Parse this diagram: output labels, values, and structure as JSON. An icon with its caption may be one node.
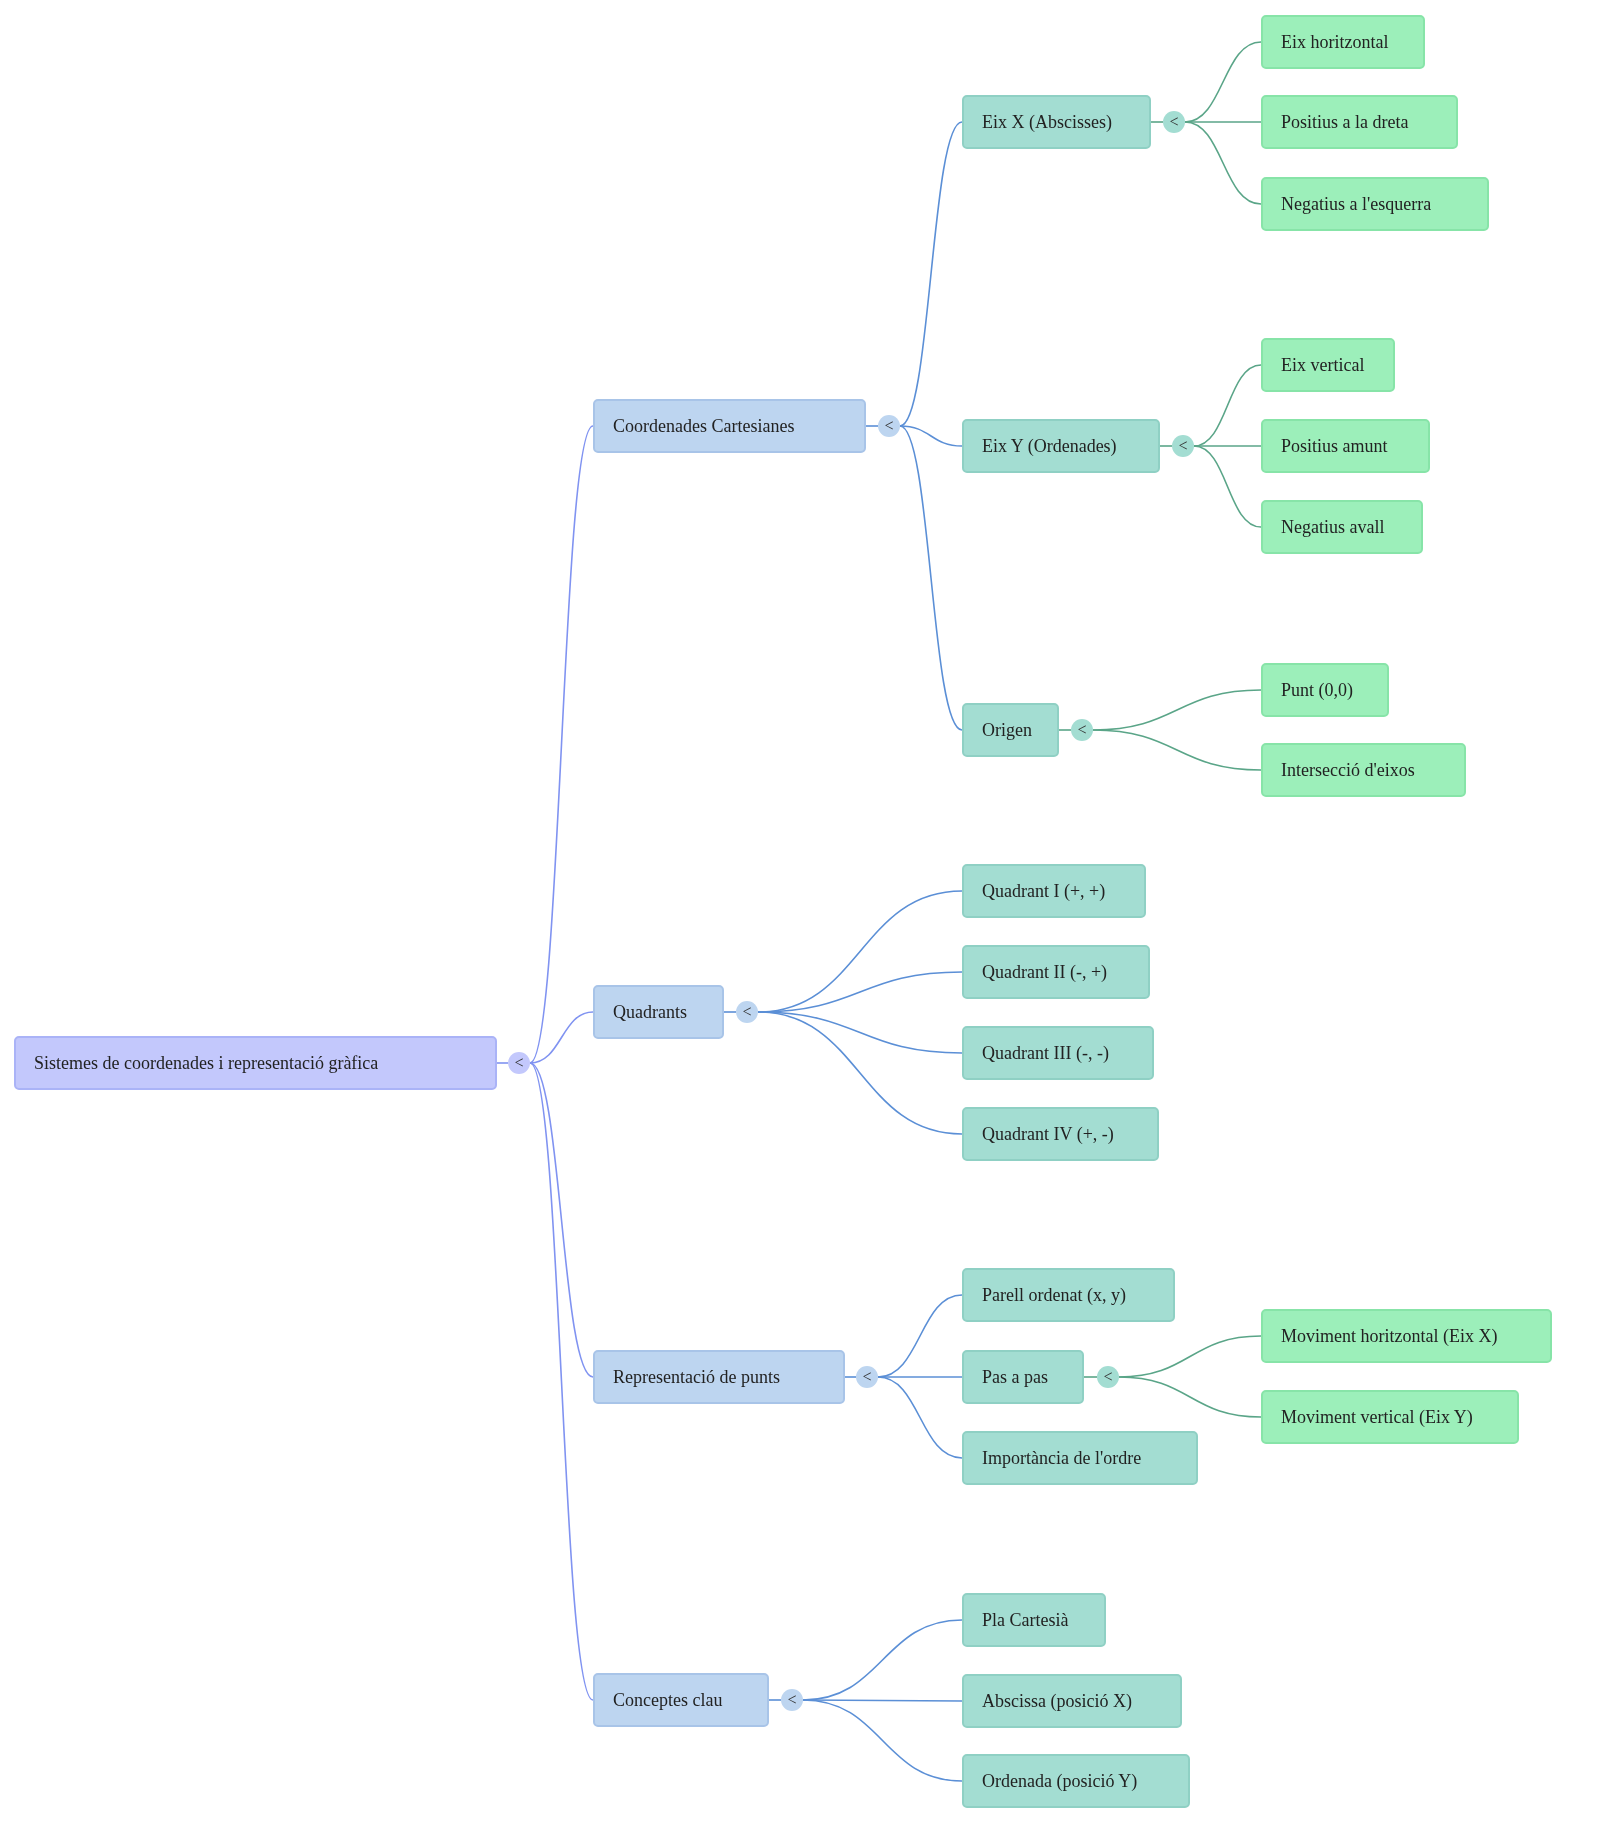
{
  "diagram": {
    "nodes": [
      {
        "text": [
          "Sistemes de coordenades i representació gràfica"
        ]
      },
      {
        "text": [
          "<"
        ]
      },
      {
        "text": [
          "Coordenades Cartesianes"
        ]
      },
      {
        "text": [
          "<"
        ]
      },
      {
        "text": [
          "Eix X (Abscisses)"
        ]
      },
      {
        "text": [
          "<"
        ]
      },
      {
        "text": [
          "Eix horitzontal"
        ]
      },
      {
        "text": [
          "Positius a la dreta"
        ]
      },
      {
        "text": [
          "Negatius a l'esquerra"
        ]
      },
      {
        "text": [
          "Eix Y (Ordenades)"
        ]
      },
      {
        "text": [
          "<"
        ]
      },
      {
        "text": [
          "Eix vertical"
        ]
      },
      {
        "text": [
          "Positius amunt"
        ]
      },
      {
        "text": [
          "Negatius avall"
        ]
      },
      {
        "text": [
          "Origen"
        ]
      },
      {
        "text": [
          "<"
        ]
      },
      {
        "text": [
          "Punt (0,0)"
        ]
      },
      {
        "text": [
          "Intersecció d'eixos"
        ]
      },
      {
        "text": [
          "Quadrants"
        ]
      },
      {
        "text": [
          "<"
        ]
      },
      {
        "text": [
          "Quadrant I (+, +)"
        ]
      },
      {
        "text": [
          "Quadrant II (-, +)"
        ]
      },
      {
        "text": [
          "Quadrant III (-, -)"
        ]
      },
      {
        "text": [
          "Quadrant IV (+, -)"
        ]
      },
      {
        "text": [
          "Representació de punts"
        ]
      },
      {
        "text": [
          "<"
        ]
      },
      {
        "text": [
          "Parell ordenat (x, y)"
        ]
      },
      {
        "text": [
          "Pas a pas"
        ]
      },
      {
        "text": [
          "<"
        ]
      },
      {
        "text": [
          "Moviment horitzontal (Eix X)"
        ]
      },
      {
        "text": [
          "Moviment vertical (Eix Y)"
        ]
      },
      {
        "text": [
          "Importància de l'ordre"
        ]
      },
      {
        "text": [
          "Conceptes clau"
        ]
      },
      {
        "text": [
          "<"
        ]
      },
      {
        "text": [
          "Pla Cartesià"
        ]
      },
      {
        "text": [
          "Abscissa (posició X)"
        ]
      },
      {
        "text": [
          "Ordenada (posició Y)"
        ]
      }
    ],
    "edges": [
      {
        "from": 0,
        "to": 1,
        "arrow": "none",
        "color": "#8093f1"
      },
      {
        "from": 1,
        "to": 2,
        "arrow": "none",
        "color": "#8093f1"
      },
      {
        "from": 1,
        "to": 18,
        "arrow": "none",
        "color": "#8093f1"
      },
      {
        "from": 1,
        "to": 24,
        "arrow": "none",
        "color": "#8093f1"
      },
      {
        "from": 1,
        "to": 32,
        "arrow": "none",
        "color": "#8093f1"
      },
      {
        "from": 2,
        "to": 3,
        "arrow": "none"
      },
      {
        "from": 3,
        "to": 4,
        "arrow": "none"
      },
      {
        "from": 3,
        "to": 9,
        "arrow": "none"
      },
      {
        "from": 3,
        "to": 14,
        "arrow": "none"
      },
      {
        "from": 4,
        "to": 5,
        "arrow": "none",
        "color": "#5aa588"
      },
      {
        "from": 5,
        "to": 6,
        "arrow": "none",
        "color": "#5aa588"
      },
      {
        "from": 5,
        "to": 7,
        "arrow": "none",
        "color": "#5aa588"
      },
      {
        "from": 5,
        "to": 8,
        "arrow": "none",
        "color": "#5aa588"
      },
      {
        "from": 9,
        "to": 10,
        "arrow": "none",
        "color": "#5aa588"
      },
      {
        "from": 10,
        "to": 11,
        "arrow": "none",
        "color": "#5aa588"
      },
      {
        "from": 10,
        "to": 12,
        "arrow": "none",
        "color": "#5aa588"
      },
      {
        "from": 10,
        "to": 13,
        "arrow": "none",
        "color": "#5aa588"
      },
      {
        "from": 14,
        "to": 15,
        "arrow": "none",
        "color": "#5aa588"
      },
      {
        "from": 15,
        "to": 16,
        "arrow": "none",
        "color": "#5aa588"
      },
      {
        "from": 15,
        "to": 17,
        "arrow": "none",
        "color": "#5aa588"
      },
      {
        "from": 18,
        "to": 19,
        "arrow": "none"
      },
      {
        "from": 19,
        "to": 20,
        "arrow": "none"
      },
      {
        "from": 19,
        "to": 21,
        "arrow": "none"
      },
      {
        "from": 19,
        "to": 22,
        "arrow": "none"
      },
      {
        "from": 19,
        "to": 23,
        "arrow": "none"
      },
      {
        "from": 24,
        "to": 25,
        "arrow": "none"
      },
      {
        "from": 25,
        "to": 26,
        "arrow": "none"
      },
      {
        "from": 25,
        "to": 27,
        "arrow": "none"
      },
      {
        "from": 25,
        "to": 31,
        "arrow": "none"
      },
      {
        "from": 27,
        "to": 28,
        "arrow": "none",
        "color": "#5aa588"
      },
      {
        "from": 28,
        "to": 29,
        "arrow": "none",
        "color": "#5aa588"
      },
      {
        "from": 28,
        "to": 30,
        "arrow": "none",
        "color": "#5aa588"
      },
      {
        "from": 32,
        "to": 33,
        "arrow": "none"
      },
      {
        "from": 33,
        "to": 34,
        "arrow": "none"
      },
      {
        "from": 33,
        "to": 35,
        "arrow": "none"
      },
      {
        "from": 33,
        "to": 36,
        "arrow": "none"
      }
    ]
  }
}
